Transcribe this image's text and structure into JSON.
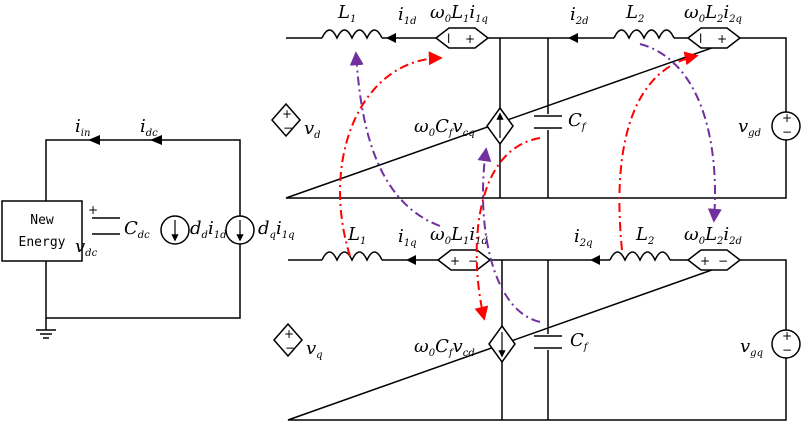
{
  "dc_side": {
    "source_box": [
      "New",
      "Energy"
    ],
    "i_in": [
      "i",
      "in"
    ],
    "i_dc": [
      "i",
      "dc"
    ],
    "v_dc": [
      "v",
      "dc"
    ],
    "c_dc": [
      "C",
      "dc"
    ],
    "src_d": [
      "d",
      "d",
      "i",
      "1d"
    ],
    "src_q": [
      "d",
      "q",
      "i",
      "1q"
    ]
  },
  "d_axis": {
    "L1": [
      "L",
      "1"
    ],
    "i1d": [
      "i",
      "1d"
    ],
    "cpl1": [
      "ω",
      "0",
      "L",
      "1",
      "i",
      "1q"
    ],
    "i2d": [
      "i",
      "2d"
    ],
    "L2": [
      "L",
      "2"
    ],
    "cpl2": [
      "ω",
      "0",
      "L",
      "2",
      "i",
      "2q"
    ],
    "vd": [
      "v",
      "d"
    ],
    "cur_src": [
      "ω",
      "0",
      "C",
      "f",
      "v",
      "cq"
    ],
    "Cf": [
      "C",
      "f"
    ],
    "vgd": [
      "v",
      "gd"
    ]
  },
  "q_axis": {
    "L1": [
      "L",
      "1"
    ],
    "i1q": [
      "i",
      "1q"
    ],
    "cpl1": [
      "ω",
      "0",
      "L",
      "1",
      "i",
      "1d"
    ],
    "i2q": [
      "i",
      "2q"
    ],
    "L2": [
      "L",
      "2"
    ],
    "cpl2": [
      "ω",
      "0",
      "L",
      "2",
      "i",
      "2d"
    ],
    "vq": [
      "v",
      "q"
    ],
    "cur_src": [
      "ω",
      "0",
      "C",
      "f",
      "v",
      "cd"
    ],
    "Cf": [
      "C",
      "f"
    ],
    "vgq": [
      "v",
      "gq"
    ]
  },
  "colors": {
    "arrow_d_to_q": "#ff0000",
    "arrow_q_to_d": "#7030a0"
  }
}
